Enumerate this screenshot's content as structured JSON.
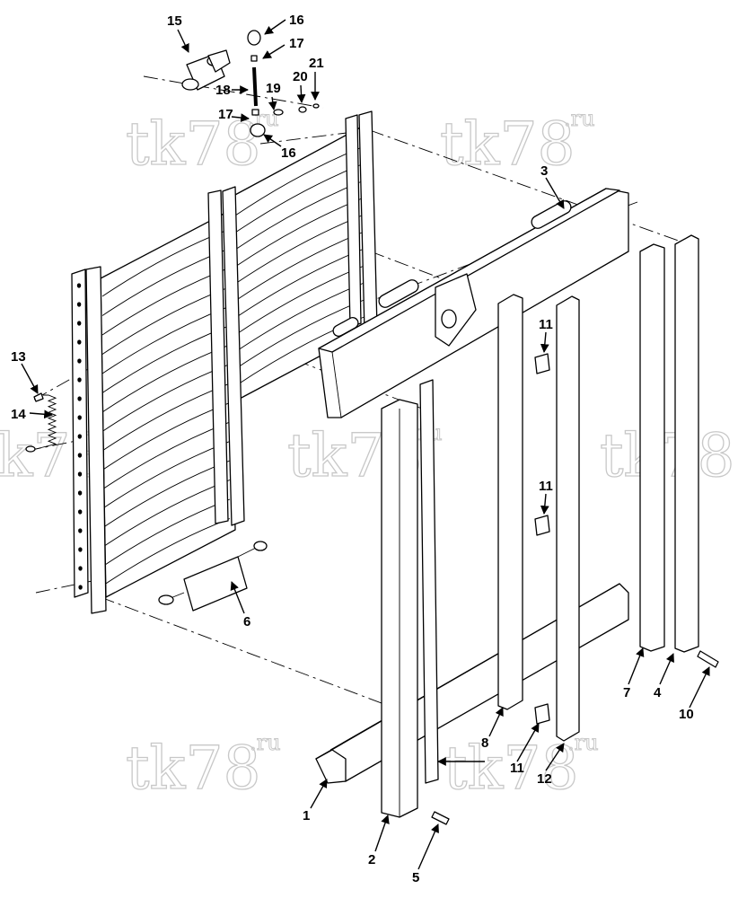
{
  "callouts": {
    "c1": "1",
    "c2": "2",
    "c3": "3",
    "c4": "4",
    "c5": "5",
    "c6": "6",
    "c7": "7",
    "c8": "8",
    "c10": "10",
    "c11a": "11",
    "c11b": "11",
    "c11c": "11",
    "c12": "12",
    "c13": "13",
    "c14": "14",
    "c15": "15",
    "c16a": "16",
    "c16b": "16",
    "c17a": "17",
    "c17b": "17",
    "c18": "18",
    "c19": "19",
    "c20": "20",
    "c21": "21"
  },
  "watermark": {
    "main": "tk78",
    "sup": ".ru"
  },
  "colors": {
    "line": "#000000",
    "watermark": "#c8c8c8",
    "background": "#ffffff"
  }
}
